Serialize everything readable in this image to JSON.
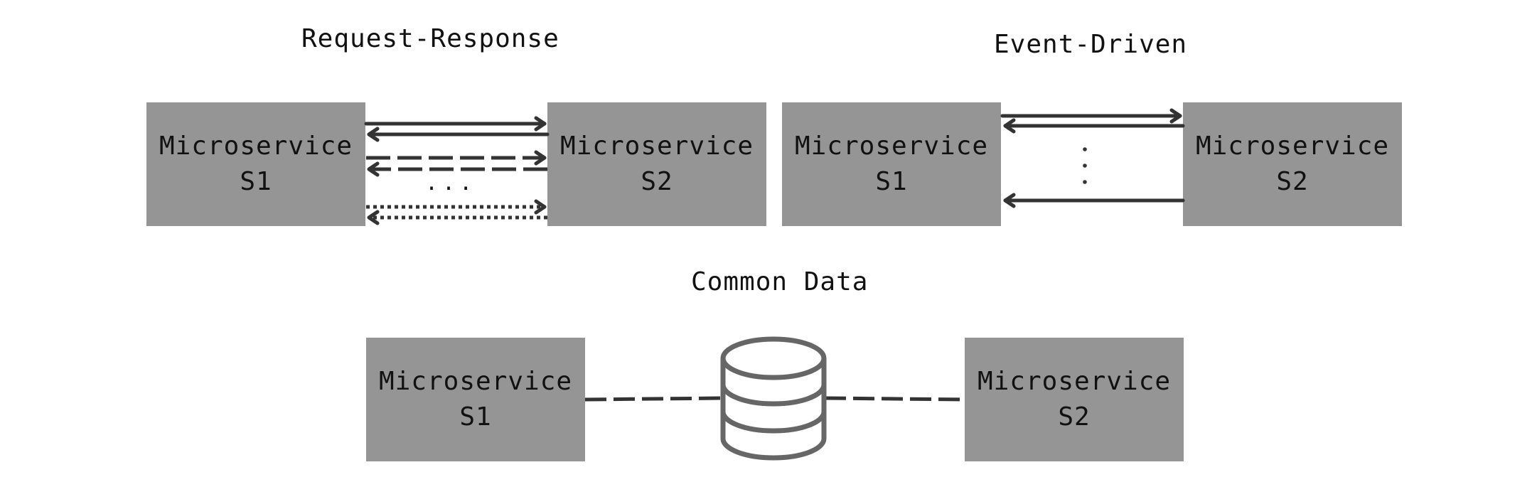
{
  "diagrams": {
    "request_response": {
      "title": "Request-Response",
      "left": {
        "name": "Microservice",
        "id": "S1"
      },
      "right": {
        "name": "Microservice",
        "id": "S2"
      },
      "ellipsis": "..."
    },
    "event_driven": {
      "title": "Event-Driven",
      "left": {
        "name": "Microservice",
        "id": "S1"
      },
      "right": {
        "name": "Microservice",
        "id": "S2"
      }
    },
    "common_data": {
      "title": "Common Data",
      "left": {
        "name": "Microservice",
        "id": "S1"
      },
      "right": {
        "name": "Microservice",
        "id": "S2"
      },
      "store_icon": "database-icon"
    }
  },
  "colors": {
    "box": "#959595",
    "line": "#333333",
    "text": "#111111",
    "background": "#ffffff"
  }
}
